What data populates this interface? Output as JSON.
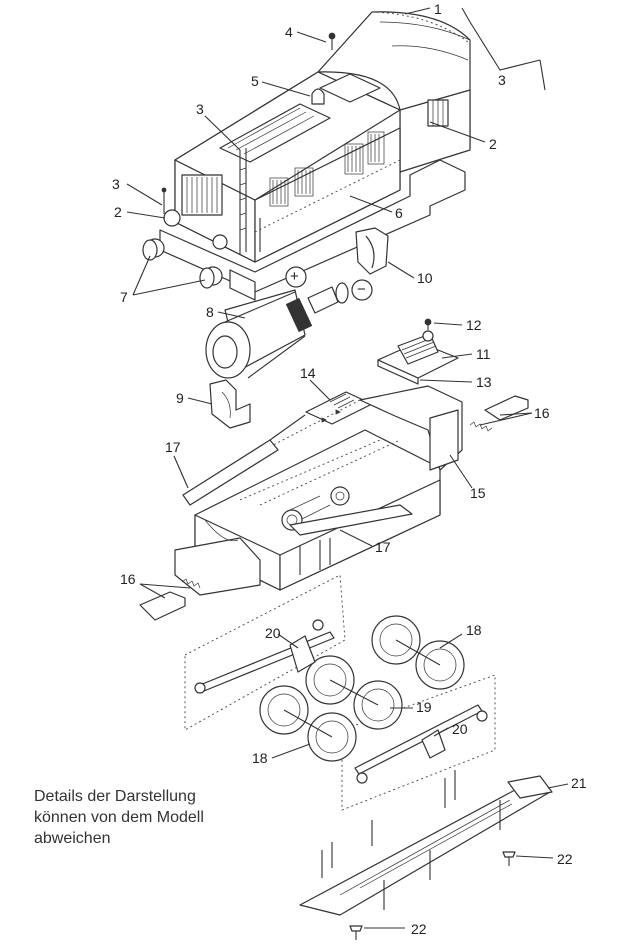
{
  "labels": {
    "l1": "1",
    "l2a": "2",
    "l2b": "2",
    "l3a": "3",
    "l3b": "3",
    "l3c": "3",
    "l4": "4",
    "l5": "5",
    "l6": "6",
    "l7": "7",
    "l8": "8",
    "l9": "9",
    "l10": "10",
    "l11": "11",
    "l12": "12",
    "l13": "13",
    "l14": "14",
    "l15": "15",
    "l16a": "16",
    "l16b": "16",
    "l17a": "17",
    "l17b": "17",
    "l18a": "18",
    "l18b": "18",
    "l19": "19",
    "l20a": "20",
    "l20b": "20",
    "l21": "21",
    "l22a": "22",
    "l22b": "22"
  },
  "symbols": {
    "plus": "+",
    "minus": "−"
  },
  "note": {
    "line1": "Details der Darstellung",
    "line2": "können von dem Modell",
    "line3": "abweichen"
  }
}
